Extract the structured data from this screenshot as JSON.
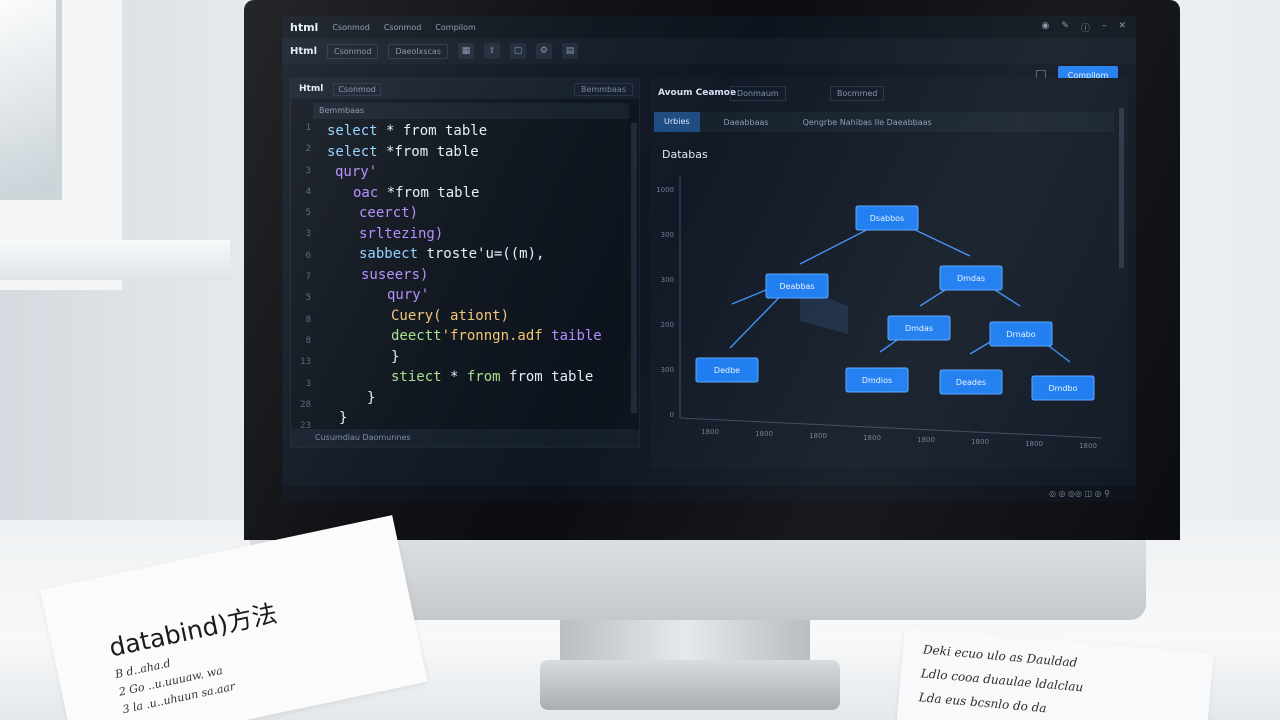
{
  "screen": {
    "app_logo": "html",
    "menu": [
      "Csonmod",
      "Csonmod",
      "Compilom"
    ],
    "toolbar": {
      "title": "Html",
      "select": "Csonmod",
      "field": "Daeolxscas"
    },
    "primary_button": "Compilom",
    "editor": {
      "tab_label": "Html",
      "tab_select": "Csonmod",
      "search": "Bemmbaas",
      "subheader": "Bemmbaas",
      "line_numbers": [
        "1",
        "2",
        "3",
        "4",
        "5",
        "3",
        "6",
        "7",
        "5",
        "8",
        "8",
        "13",
        "3",
        "28",
        "23"
      ],
      "status": "Cusumdlau  Daomunnes"
    },
    "right_panel": {
      "title": "Avoum Ceamoe",
      "select_1": "Donmaum",
      "select_2": "Bocmmed",
      "tabs": [
        "Urbies",
        "Daeabbaas",
        "Qengrbe Nahibas Ile Daeabbaas"
      ],
      "heading": "Databas",
      "tree_nodes": [
        "Dsabbos",
        "Deabbas",
        "Dmdas",
        "Dmdas",
        "Drnabo",
        "Dedbe",
        "Dmdios",
        "Deades",
        "Dmdbo"
      ],
      "y_ticks": [
        "1000",
        "300",
        "300",
        "200",
        "300",
        "0"
      ],
      "x_ticks": [
        "1800",
        "1800",
        "1800",
        "1800",
        "1800",
        "1800",
        "1800",
        "1800"
      ]
    },
    "status_right": "◎ ◎ ◎◎  ◫ ◎  ⚲"
  },
  "code_lines": [
    {
      "parts": [
        {
          "t": "select",
          "c": "c-kw"
        },
        {
          "t": " * from table",
          "c": "c-str"
        }
      ]
    },
    {
      "parts": [
        {
          "t": "select",
          "c": "c-kw"
        },
        {
          "t": " *from table",
          "c": "c-str"
        }
      ]
    },
    {
      "parts": [
        {
          "t": "qury'",
          "c": "c-fn"
        }
      ]
    },
    {
      "parts": [
        {
          "t": "oac",
          "c": "c-fn"
        },
        {
          "t": " *from table",
          "c": "c-str"
        }
      ]
    },
    {
      "parts": [
        {
          "t": "ceerct)",
          "c": "c-fn"
        }
      ]
    },
    {
      "parts": [
        {
          "t": "srltezing)",
          "c": "c-fn"
        }
      ]
    },
    {
      "parts": [
        {
          "t": "sabbect",
          "c": "c-kw"
        },
        {
          "t": " troste'u=((m),",
          "c": "c-str"
        }
      ]
    },
    {
      "parts": [
        {
          "t": "suseers)",
          "c": "c-fn"
        }
      ]
    },
    {
      "parts": [
        {
          "t": "qury'",
          "c": "c-fn"
        }
      ]
    },
    {
      "parts": [
        {
          "t": "Cuery( ationt)",
          "c": "c-or"
        }
      ]
    },
    {
      "parts": [
        {
          "t": "deectt",
          "c": "c-gr"
        },
        {
          "t": "'fronngn.adf",
          "c": "c-or"
        },
        {
          "t": " taible",
          "c": "c-fn"
        }
      ]
    },
    {
      "parts": [
        {
          "t": "}",
          "c": "c-str"
        }
      ]
    },
    {
      "parts": [
        {
          "t": "stiect",
          "c": "c-gr"
        },
        {
          "t": " *",
          "c": "c-str"
        },
        {
          "t": " from",
          "c": "c-gr"
        },
        {
          "t": " from table",
          "c": "c-str"
        }
      ]
    },
    {
      "parts": [
        {
          "t": "}",
          "c": "c-str"
        }
      ]
    },
    {
      "parts": [
        {
          "t": "}",
          "c": "c-str"
        }
      ]
    }
  ],
  "papers": {
    "left_title": "databind)方法",
    "left_lines": [
      "B  d..aha.d",
      "2  Go  ..u.uuuaw.  wa",
      "3  la  .u..uhuun  sa.aar"
    ],
    "right_lines": [
      "Deki  ecuo  ulo  as  Dauldad",
      "Ldlo  cooa  duaulae  ldalclau",
      "Lda  eus  bcsnlo  do  da"
    ]
  },
  "colors": {
    "accent": "#1f7ef0",
    "screen_bg": "#101722"
  }
}
